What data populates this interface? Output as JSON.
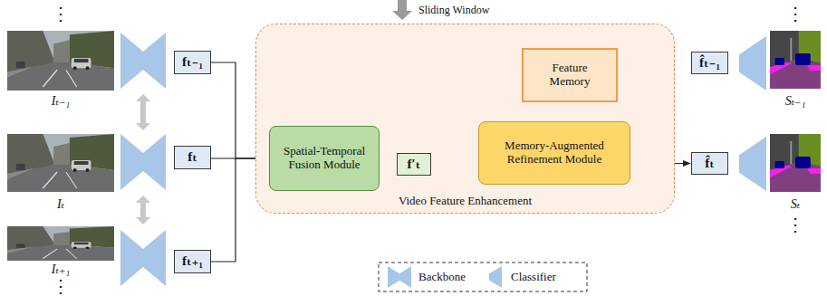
{
  "diagram": {
    "nodes": [
      {
        "text": [
          "fₜ₋₁"
        ]
      },
      {
        "text": [
          "fₜ"
        ]
      },
      {
        "text": [
          "fₜ₊₁"
        ]
      },
      {
        "text": [
          "Video Feature Enhancement"
        ]
      },
      {
        "text": [
          "Feature Memory"
        ],
        "in": 3
      },
      {
        "text": [
          "Spatial-Temporal Fusion Module"
        ],
        "in": 3
      },
      {
        "text": [
          "f′ₜ"
        ],
        "in": 3
      },
      {
        "text": [
          "Memory-Augmented Refinement Module"
        ],
        "in": 3
      },
      {
        "text": [
          "f̂ₜ₋₁"
        ]
      },
      {
        "text": [
          "f̂ₜ"
        ]
      }
    ],
    "edges": [
      {
        "from": 0,
        "to": 5,
        "arrow": "to"
      },
      {
        "from": 1,
        "to": 5,
        "arrow": "to"
      },
      {
        "from": 2,
        "to": 5,
        "arrow": "to"
      },
      {
        "from": 5,
        "to": 6,
        "arrow": "to"
      },
      {
        "from": 6,
        "to": 7,
        "arrow": "to"
      },
      {
        "from": 4,
        "to": 7,
        "arrow": "to"
      },
      {
        "from": 7,
        "to": 9,
        "arrow": "to"
      }
    ],
    "labels": [
      "⋮",
      "Iₜ₋₁",
      "Iₜ",
      "Iₜ₊₁",
      "⋮",
      "Sliding Window",
      "⋮",
      "Sₜ₋₁",
      "Sₜ",
      "⋮"
    ],
    "legend": [
      {
        "text": "Backbone"
      },
      {
        "text": "Classifier"
      }
    ]
  }
}
